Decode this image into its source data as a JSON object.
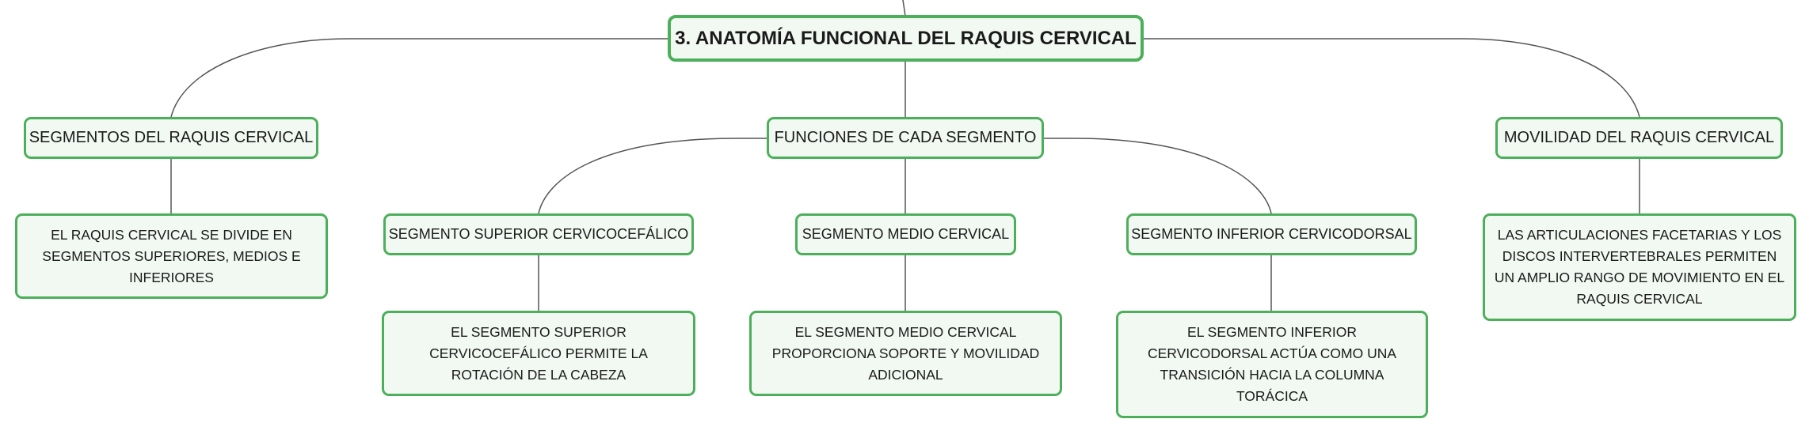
{
  "root": {
    "label": "3. ANATOMÍA FUNCIONAL DEL RAQUIS CERVICAL"
  },
  "branches": {
    "segmentos": {
      "label": "SEGMENTOS DEL RAQUIS CERVICAL",
      "detail": "EL RAQUIS CERVICAL SE DIVIDE EN SEGMENTOS SUPERIORES, MEDIOS E INFERIORES"
    },
    "funciones": {
      "label": "FUNCIONES DE CADA SEGMENTO",
      "children": [
        {
          "label": "SEGMENTO SUPERIOR CERVICOCEFÁLICO",
          "detail": "EL SEGMENTO SUPERIOR CERVICOCEFÁLICO PERMITE LA ROTACIÓN DE LA CABEZA"
        },
        {
          "label": "SEGMENTO MEDIO CERVICAL",
          "detail": "EL SEGMENTO MEDIO CERVICAL PROPORCIONA SOPORTE Y MOVILIDAD ADICIONAL"
        },
        {
          "label": "SEGMENTO INFERIOR CERVICODORSAL",
          "detail": "EL SEGMENTO INFERIOR CERVICODORSAL ACTÚA COMO UNA TRANSICIÓN HACIA LA COLUMNA TORÁCICA"
        }
      ]
    },
    "movilidad": {
      "label": "MOVILIDAD DEL RAQUIS CERVICAL",
      "detail": "LAS ARTICULACIONES FACETARIAS Y LOS DISCOS INTERVERTEBRALES PERMITEN UN AMPLIO RANGO DE MOVIMIENTO EN EL RAQUIS CERVICAL"
    }
  },
  "colors": {
    "border": "#4caf5a",
    "fill": "#f2f9f3",
    "connector": "#555555"
  }
}
